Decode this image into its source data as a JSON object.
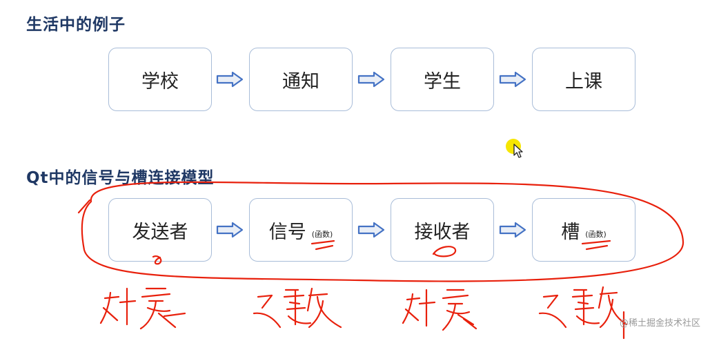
{
  "section1": {
    "title": "生活中的例子",
    "steps": [
      "学校",
      "通知",
      "学生",
      "上课"
    ]
  },
  "section2": {
    "title": "Qt中的信号与槽连接模型",
    "steps": [
      {
        "label": "发送者",
        "sub": ""
      },
      {
        "label": "信号",
        "sub": "(函数)"
      },
      {
        "label": "接收者",
        "sub": ""
      },
      {
        "label": "槽",
        "sub": "(函数)"
      }
    ]
  },
  "watermark": "@稀土掘金技术社区",
  "colors": {
    "heading": "#1f3864",
    "box_border": "#a8bcd8",
    "arrow_fill": "#e9eef6",
    "arrow_stroke": "#4472c4",
    "annotation": "#e8200c",
    "cursor_highlight": "#f6e600"
  }
}
